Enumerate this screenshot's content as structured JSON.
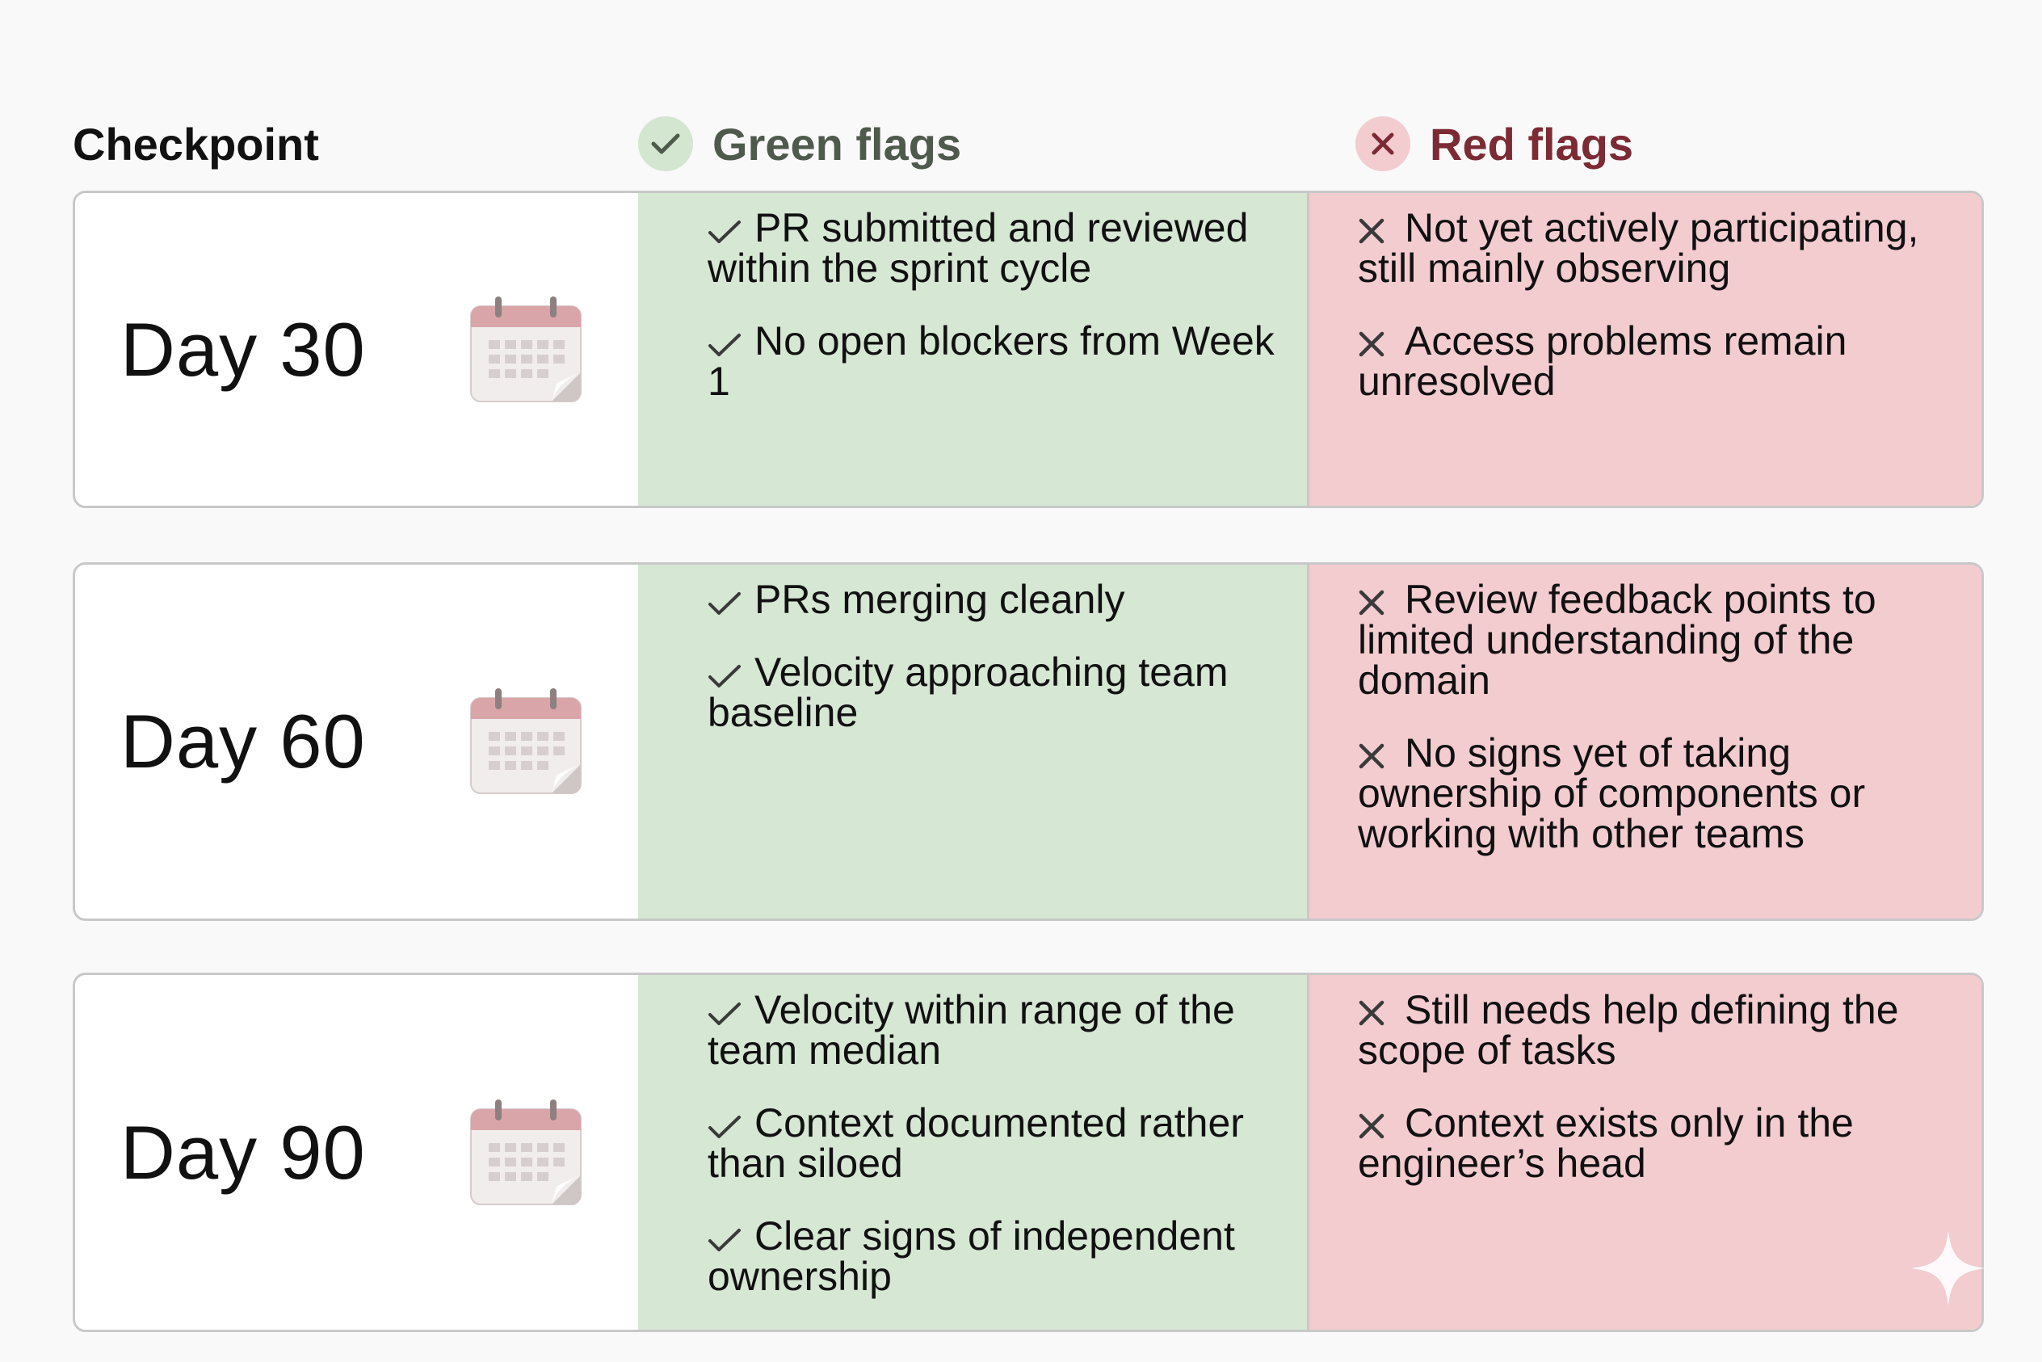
{
  "header": {
    "checkpoint_label": "Checkpoint",
    "green_label": "Green flags",
    "red_label": "Red flags"
  },
  "colors": {
    "green_cell": "#d6e7d4",
    "red_cell": "#f3cccf",
    "green_header_text": "#4e5a4b",
    "red_header_text": "#7c2a33"
  },
  "rows": [
    {
      "day": "Day 30",
      "icon": "calendar-icon",
      "green": [
        "PR submitted and reviewed within the sprint cycle",
        "No open blockers from Week 1"
      ],
      "red": [
        "Not yet actively participating, still mainly observing",
        "Access problems remain unresolved"
      ]
    },
    {
      "day": "Day 60",
      "icon": "calendar-icon",
      "green": [
        "PRs merging cleanly",
        "Velocity approaching team baseline"
      ],
      "red": [
        "Review feedback points to limited understanding of the domain",
        "No signs yet of taking ownership of components or working with other teams"
      ]
    },
    {
      "day": "Day 90",
      "icon": "calendar-icon",
      "green": [
        "Velocity within range of the team median",
        "Context documented rather than siloed",
        "Clear signs of independent ownership"
      ],
      "red": [
        "Still needs help defining the scope of tasks",
        "Context exists only in the engineer’s head"
      ]
    }
  ]
}
